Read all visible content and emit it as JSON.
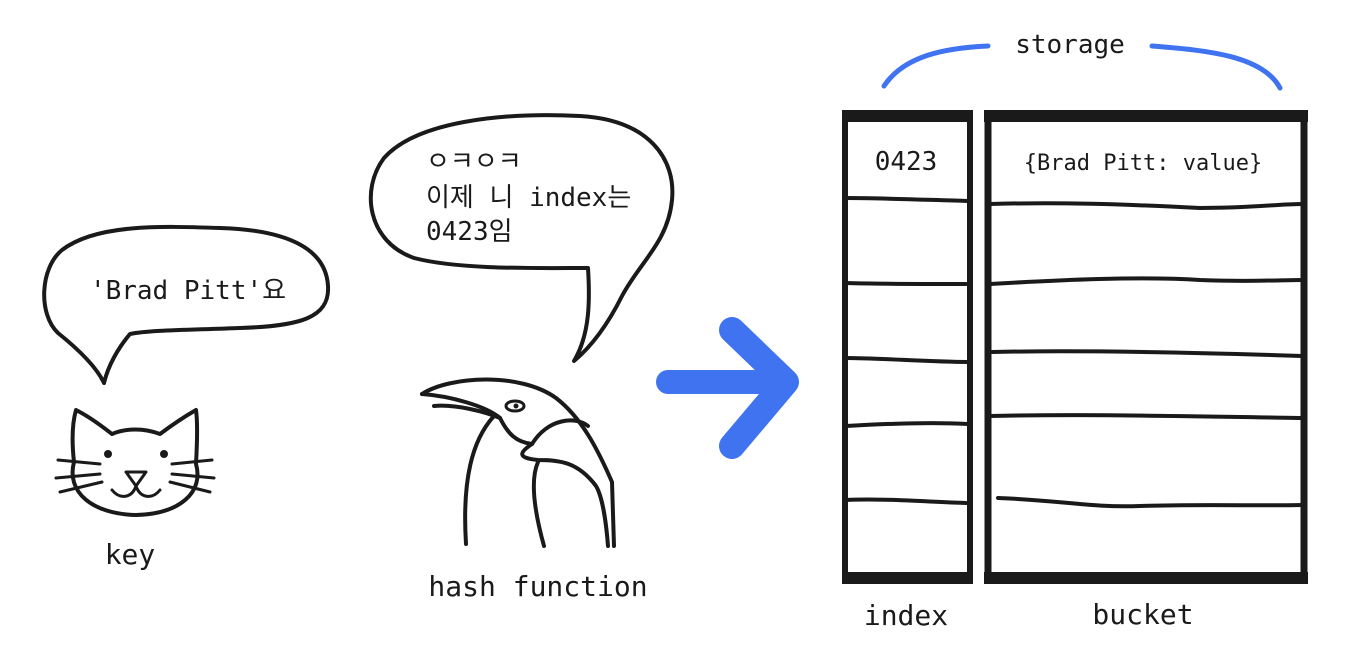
{
  "diagram": {
    "key": {
      "speech": "'Brad Pitt'요",
      "label": "key"
    },
    "hash_function": {
      "speech_lines": [
        "ㅇㅋㅇㅋ",
        "이제 니 index는",
        "0423임"
      ],
      "label": "hash function"
    },
    "storage": {
      "title": "storage",
      "index_label": "index",
      "bucket_label": "bucket",
      "first_index": "0423",
      "first_bucket": "{Brad Pitt: value}"
    },
    "colors": {
      "ink": "#1a1a1a",
      "accent": "#3f73ef"
    },
    "icons": {
      "key": "cat-face-icon",
      "hash_function": "penguin-icon",
      "arrow": "right-arrow-icon"
    }
  }
}
